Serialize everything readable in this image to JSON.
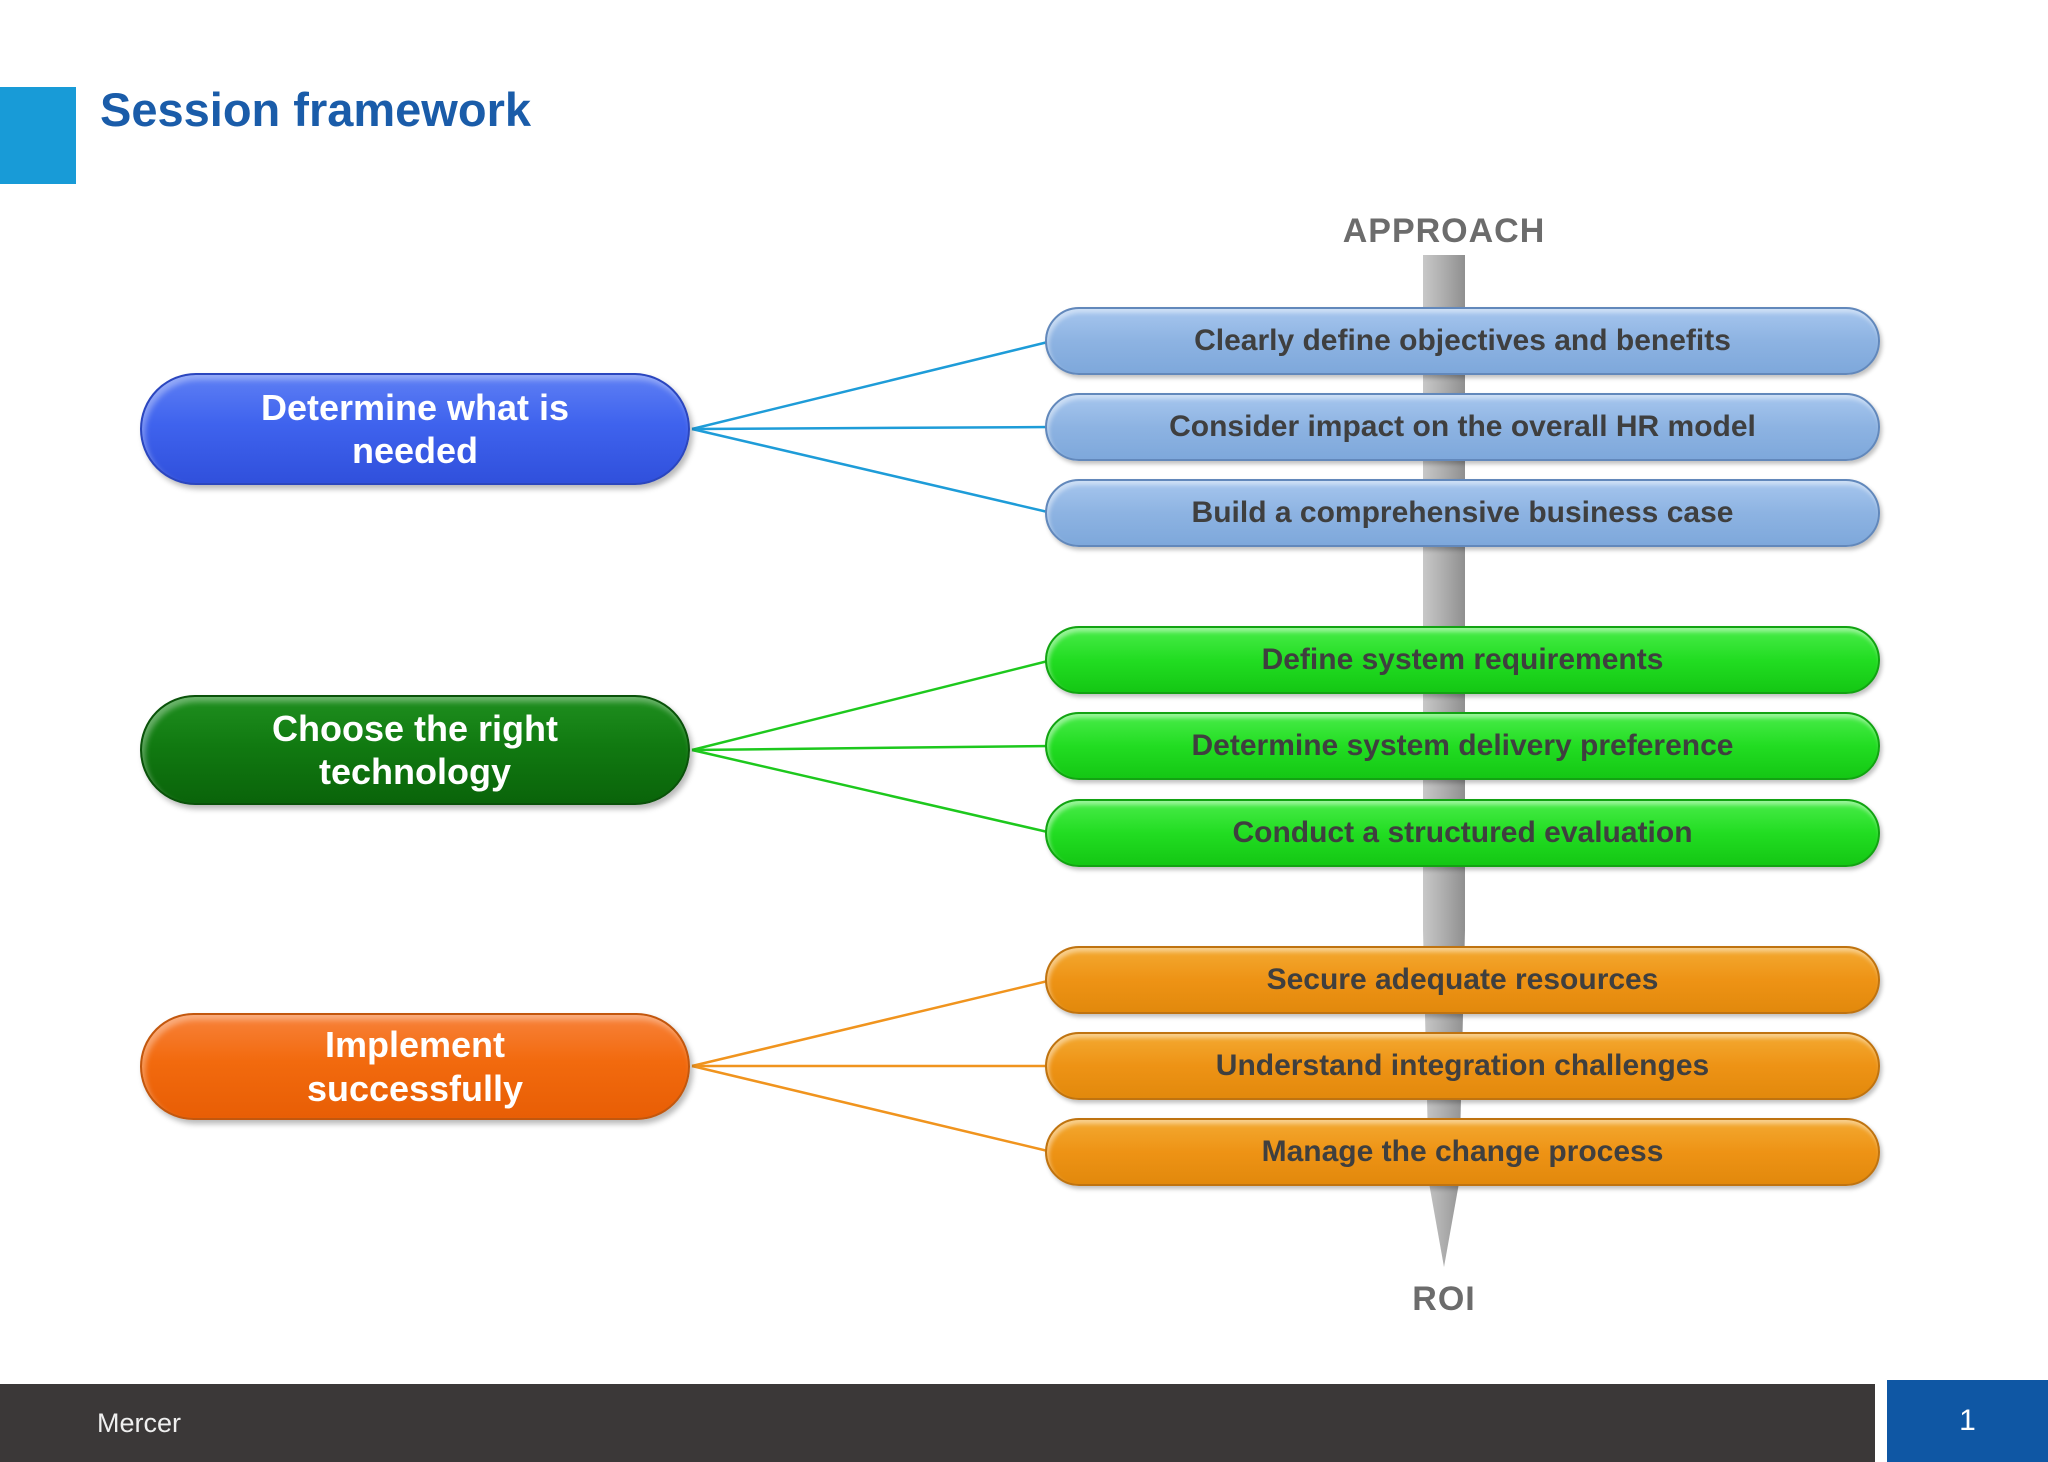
{
  "slide": {
    "title": "Session framework"
  },
  "labels": {
    "approach": "APPROACH",
    "roi": "ROI"
  },
  "groups": [
    {
      "category": "Determine what is\nneeded",
      "items": [
        "Clearly define objectives and benefits",
        "Consider impact on the overall HR model",
        "Build a comprehensive business case"
      ]
    },
    {
      "category": "Choose the right\ntechnology",
      "items": [
        "Define system requirements",
        "Determine system delivery preference",
        "Conduct a structured evaluation"
      ]
    },
    {
      "category": "Implement\nsuccessfully",
      "items": [
        "Secure adequate resources",
        "Understand integration challenges",
        "Manage the change process"
      ]
    }
  ],
  "footer": {
    "brand": "Mercer",
    "page": "1"
  },
  "colors": {
    "title_blue": "#1a5ca9",
    "accent_square": "#189bd7",
    "category_blue": "#3f63ee",
    "category_green": "#117a11",
    "category_orange": "#f26a0e",
    "item_blue": "#8db3e2",
    "item_green": "#22dd22",
    "item_orange": "#ee9315",
    "connector_blue": "#1e9cd8",
    "connector_green": "#1dc81d",
    "connector_orange": "#f0941e",
    "arrow_gray": "#adadad",
    "axis_label_gray": "#6c6c6c",
    "footer_bar": "#3b3838",
    "page_box_blue": "#0f57a4"
  }
}
